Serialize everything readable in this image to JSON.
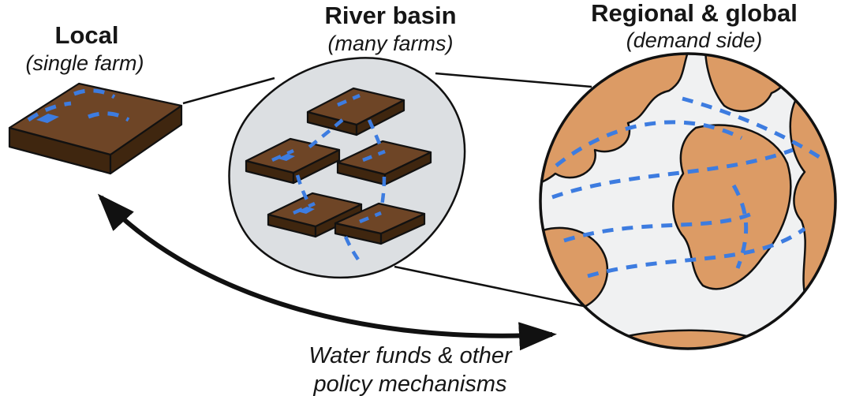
{
  "figure": {
    "scales": [
      {
        "title": "Local",
        "subtitle": "(single farm)"
      },
      {
        "title": "River basin",
        "subtitle": "(many farms)"
      },
      {
        "title": "Regional & global",
        "subtitle": "(demand side)"
      }
    ],
    "arrow_label": {
      "line1": "Water funds & other",
      "line2": "policy mechanisms"
    }
  },
  "colors": {
    "background": "#ffffff",
    "farm_top": "#6e4526",
    "farm_side": "#3f260f",
    "water_blue": "#3d7ce0",
    "basin_fill": "#dcdfe2",
    "globe_ocean": "#f0f1f2",
    "continent": "#dc9b65",
    "outline": "#111111"
  }
}
